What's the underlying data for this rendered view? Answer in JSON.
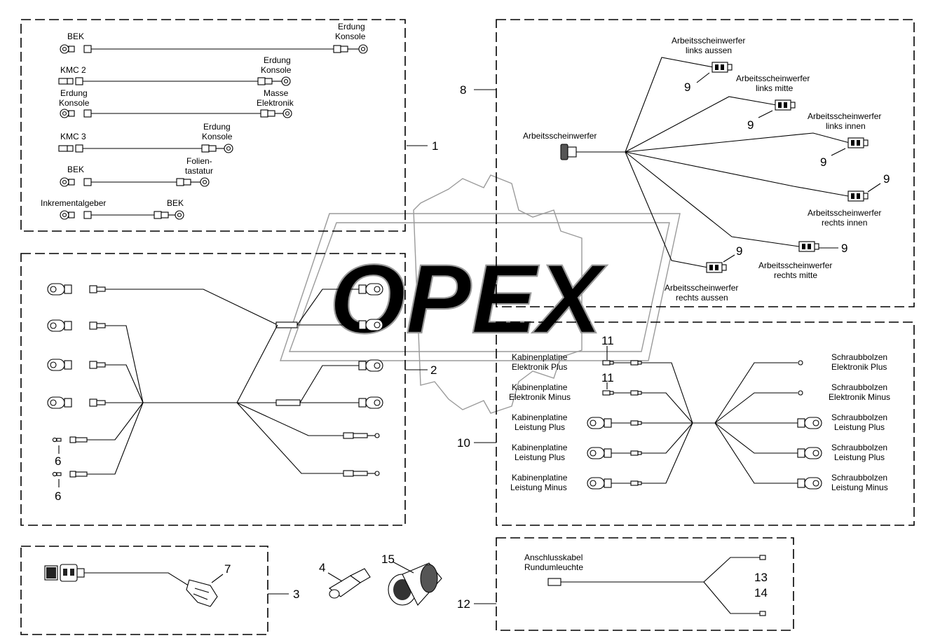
{
  "frame1": {
    "number": "1",
    "labels": {
      "bek_a": "BEK",
      "erdung_a1": "Erdung",
      "erdung_a2": "Konsole",
      "kmc2": "KMC 2",
      "erdung_b1": "Erdung",
      "erdung_b2": "Konsole",
      "erdung_c1": "Erdung",
      "erdung_c2": "Konsole",
      "masse1": "Masse",
      "masse2": "Elektronik",
      "kmc3": "KMC 3",
      "erdung_d1": "Erdung",
      "erdung_d2": "Konsole",
      "bek_b": "BEK",
      "folien1": "Folien-",
      "folien2": "tastatur",
      "inkrement": "Inkrementalgeber",
      "bek_c": "BEK"
    }
  },
  "frame2": {
    "number": "2",
    "callout_6a": "6",
    "callout_6b": "6"
  },
  "frame3": {
    "number": "3",
    "callout_7": "7"
  },
  "loose_parts": {
    "callout_4": "4",
    "callout_15": "15"
  },
  "frame8": {
    "number": "8",
    "labels": {
      "source": "Arbeitsscheinwerfer",
      "la1": "Arbeitsscheinwerfer",
      "la2": "links aussen",
      "lm1": "Arbeitsscheinwerfer",
      "lm2": "links mitte",
      "li1": "Arbeitsscheinwerfer",
      "li2": "links innen",
      "ri1": "Arbeitsscheinwerfer",
      "ri2": "rechts innen",
      "rm1": "Arbeitsscheinwerfer",
      "rm2": "rechts mitte",
      "ra1": "Arbeitsscheinwerfer",
      "ra2": "rechts aussen"
    },
    "callout_9": "9"
  },
  "frame10": {
    "number": "10",
    "callout_11": "11",
    "left_labels": [
      [
        "Kabinenplatine",
        "Elektronik Plus"
      ],
      [
        "Kabinenplatine",
        "Elektronik Minus"
      ],
      [
        "Kabinenplatine",
        "Leistung Plus"
      ],
      [
        "Kabinenplatine",
        "Leistung Plus"
      ],
      [
        "Kabinenplatine",
        "Leistung Minus"
      ]
    ],
    "right_labels": [
      [
        "Schraubbolzen",
        "Elektronik Plus"
      ],
      [
        "Schraubbolzen",
        "Elektronik Minus"
      ],
      [
        "Schraubbolzen",
        "Leistung Plus"
      ],
      [
        "Schraubbolzen",
        "Leistung Plus"
      ],
      [
        "Schraubbolzen",
        "Leistung Minus"
      ]
    ]
  },
  "frame12": {
    "number": "12",
    "label1": "Anschlusskabel",
    "label2": "Rundumleuchte",
    "callout_13": "13",
    "callout_14": "14"
  },
  "watermark": {
    "text": "OPEX",
    "color": "#9a9a9a"
  }
}
